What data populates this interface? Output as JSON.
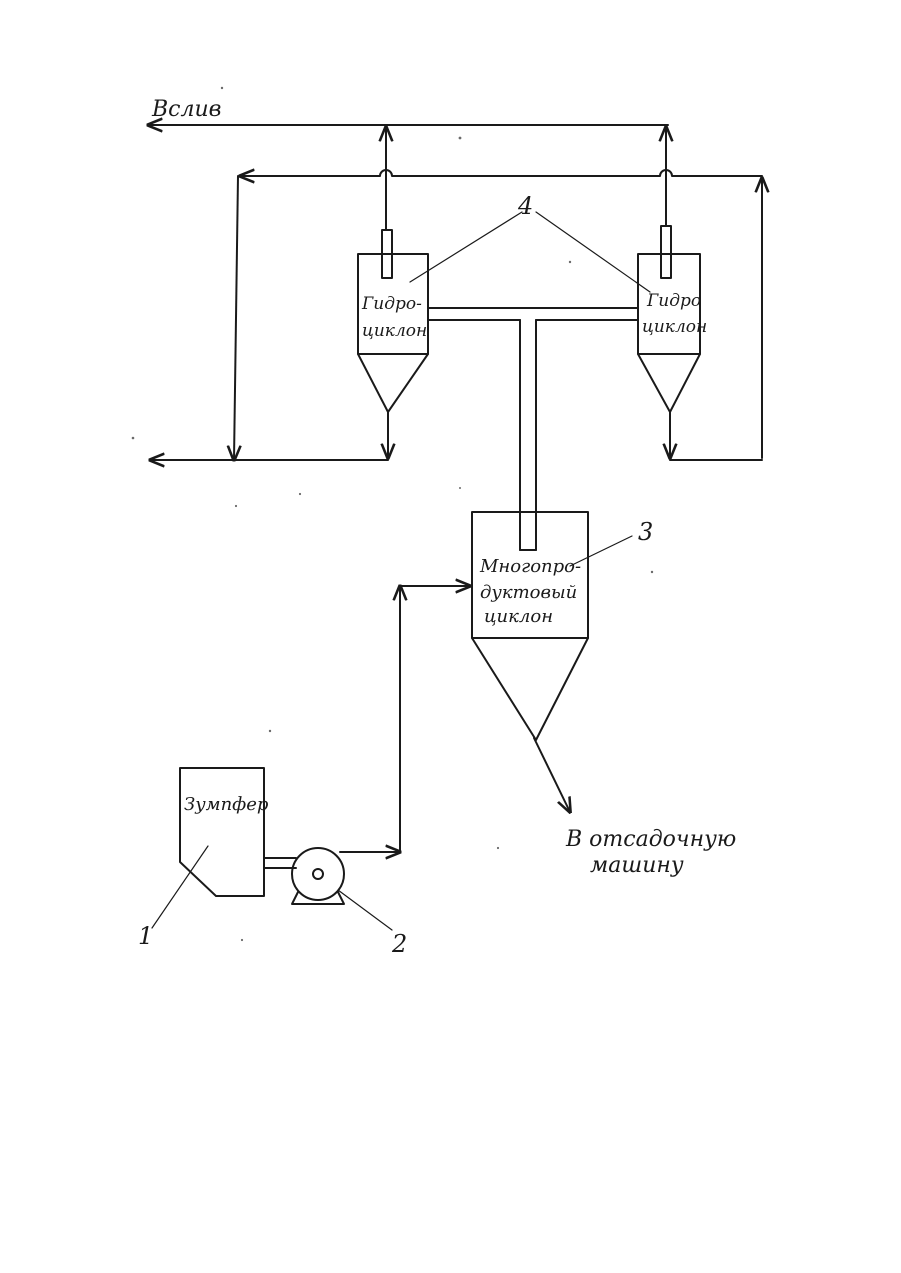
{
  "labels": {
    "overflow": "Вслив",
    "hydrocyclone_left_line1": "Гидро-",
    "hydrocyclone_left_line2": "циклон",
    "hydrocyclone_right_line1": "Гидро",
    "hydrocyclone_right_line2": "циклон",
    "multiproduct_cyclone_line1": "Многопро-",
    "multiproduct_cyclone_line2": "дуктовый",
    "multiproduct_cyclone_line3": "циклон",
    "sump": "Зумпфер",
    "destination_line1": "В отсадочную",
    "destination_line2": "машину"
  },
  "callouts": {
    "sump": "1",
    "pump": "2",
    "multiproduct_cyclone": "3",
    "hydrocyclones": "4"
  }
}
